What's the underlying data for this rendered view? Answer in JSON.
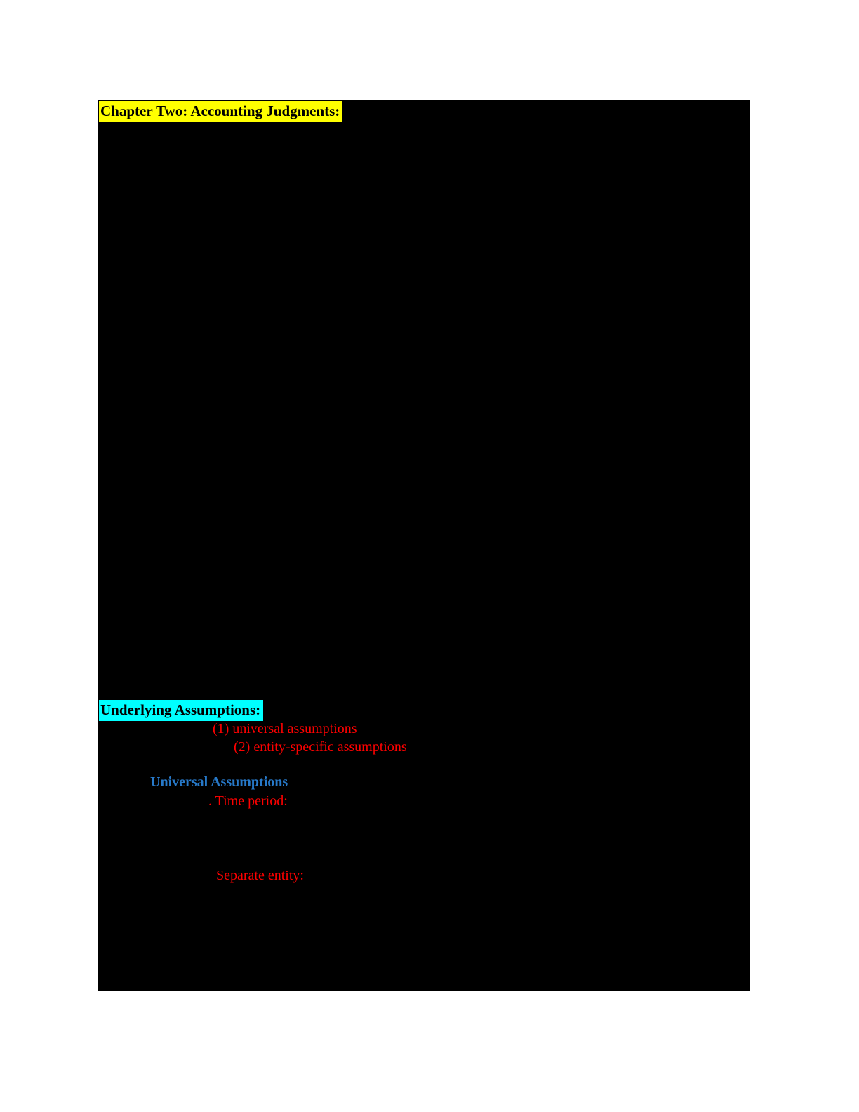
{
  "document": {
    "chapter_title": "Chapter Two: Accounting Judgments:",
    "assumptions_heading": "Underlying Assumptions:",
    "assumption_items": {
      "item_1": "(1) universal assumptions",
      "item_2": "(2) entity-specific assumptions"
    },
    "universal_assumptions": {
      "heading": "Universal Assumptions",
      "time_period_label": ". Time period:",
      "separate_entity_label": "Separate entity:"
    }
  },
  "colors": {
    "page_background": "#ffffff",
    "redaction_block": "#000000",
    "title_highlight": "#ffff00",
    "assumptions_highlight": "#00ffff",
    "red_text": "#fe0000",
    "blue_text": "#2779c9"
  }
}
